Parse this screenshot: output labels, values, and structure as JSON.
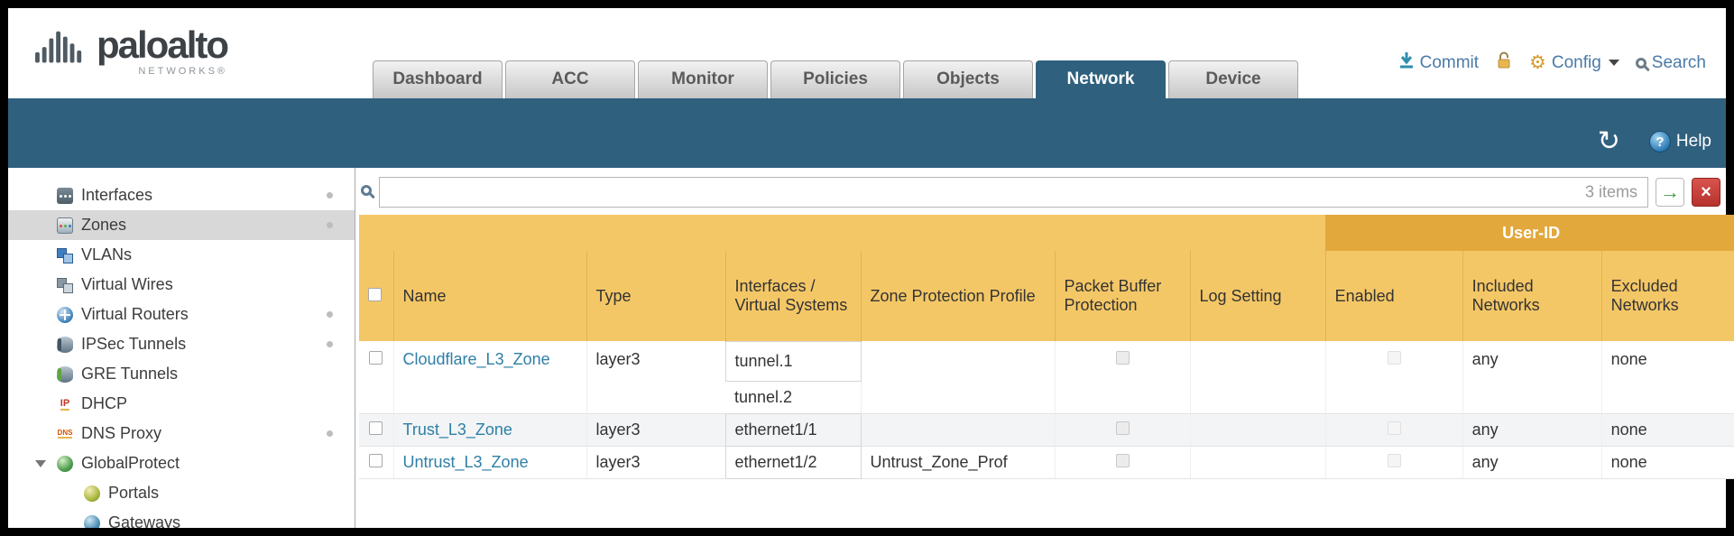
{
  "brand": {
    "name": "paloalto",
    "sub": "NETWORKS®"
  },
  "colors": {
    "accent_amber": "#f4c766",
    "accent_amber_dark": "#e2a83c",
    "band_teal": "#2f607e",
    "link_teal": "#2f7fa6"
  },
  "nav": {
    "tabs": [
      {
        "label": "Dashboard",
        "active": false
      },
      {
        "label": "ACC",
        "active": false
      },
      {
        "label": "Monitor",
        "active": false
      },
      {
        "label": "Policies",
        "active": false
      },
      {
        "label": "Objects",
        "active": false
      },
      {
        "label": "Network",
        "active": true
      },
      {
        "label": "Device",
        "active": false
      }
    ]
  },
  "header_actions": {
    "commit": "Commit",
    "config": "Config",
    "search": "Search"
  },
  "band": {
    "help_label": "Help"
  },
  "sidebar": {
    "items": [
      {
        "label": "Interfaces"
      },
      {
        "label": "Zones"
      },
      {
        "label": "VLANs"
      },
      {
        "label": "Virtual Wires"
      },
      {
        "label": "Virtual Routers"
      },
      {
        "label": "IPSec Tunnels"
      },
      {
        "label": "GRE Tunnels"
      },
      {
        "label": "DHCP",
        "icon_text": "IP"
      },
      {
        "label": "DNS Proxy",
        "icon_text": "DNS"
      },
      {
        "label": "GlobalProtect"
      },
      {
        "label": "Portals"
      },
      {
        "label": "Gateways"
      }
    ]
  },
  "filter": {
    "input_value": "",
    "count_label": "3 items"
  },
  "table": {
    "group_header": "User-ID",
    "columns": [
      "Name",
      "Type",
      "Interfaces / Virtual Systems",
      "Zone Protection Profile",
      "Packet Buffer Protection",
      "Log Setting",
      "Enabled",
      "Included Networks",
      "Excluded Networks"
    ],
    "rows": [
      {
        "name": "Cloudflare_L3_Zone",
        "type": "layer3",
        "interfaces": [
          "tunnel.1",
          "tunnel.2"
        ],
        "zone_protection_profile": "",
        "log_setting": "",
        "included_networks": "any",
        "excluded_networks": "none"
      },
      {
        "name": "Trust_L3_Zone",
        "type": "layer3",
        "interfaces": [
          "ethernet1/1"
        ],
        "zone_protection_profile": "",
        "log_setting": "",
        "included_networks": "any",
        "excluded_networks": "none"
      },
      {
        "name": "Untrust_L3_Zone",
        "type": "layer3",
        "interfaces": [
          "ethernet1/2"
        ],
        "zone_protection_profile": "Untrust_Zone_Prof",
        "log_setting": "",
        "included_networks": "any",
        "excluded_networks": "none"
      }
    ]
  }
}
